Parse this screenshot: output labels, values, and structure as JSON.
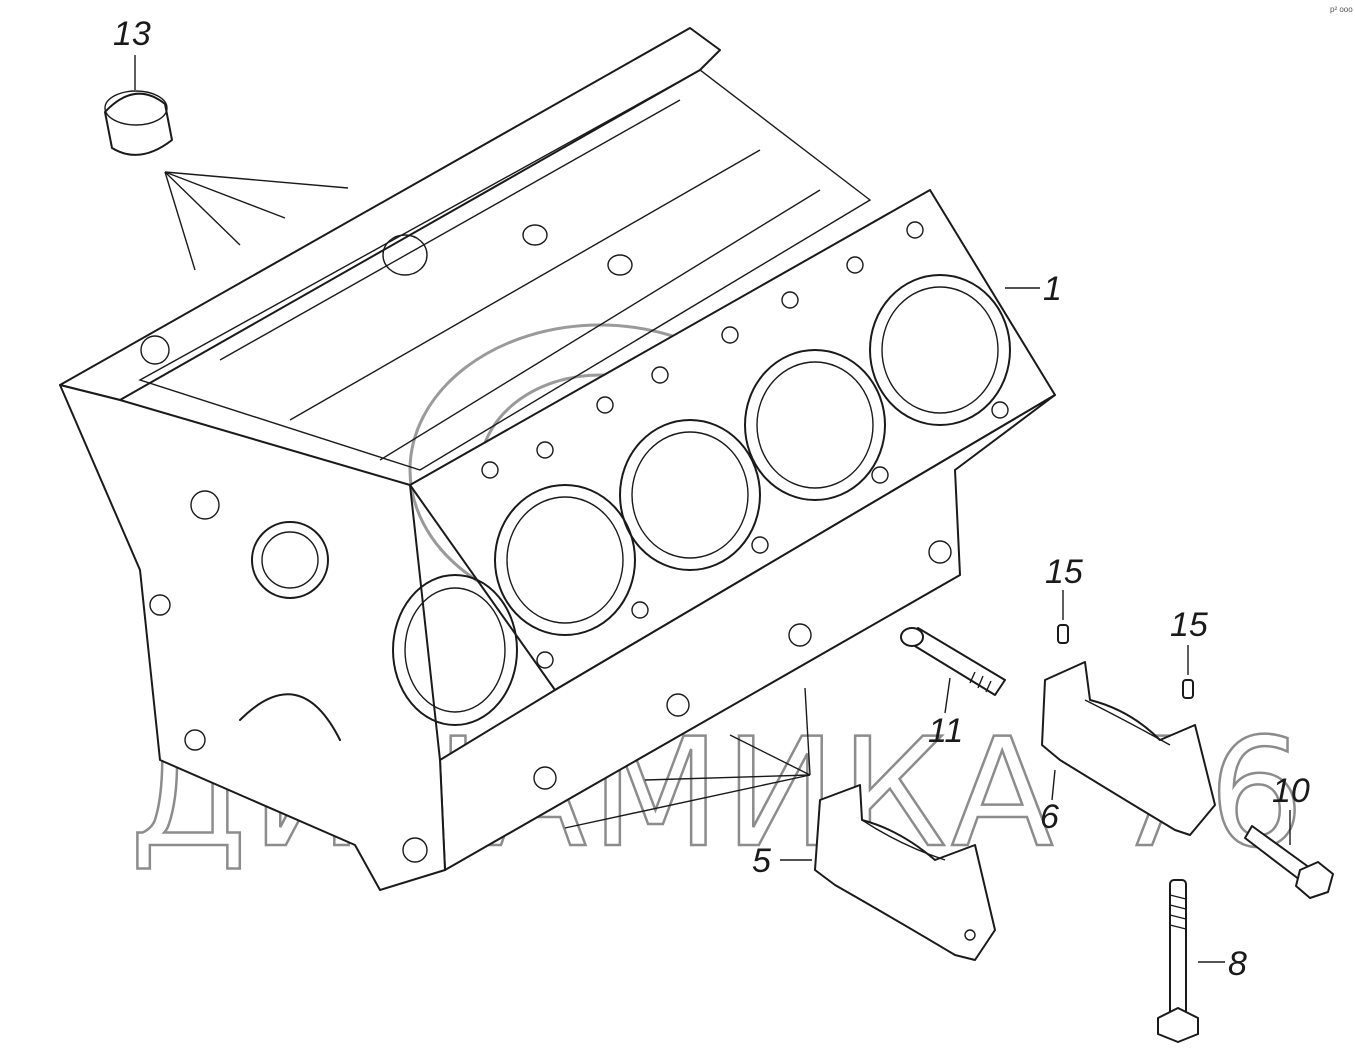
{
  "labels": {
    "p1": "1",
    "p5": "5",
    "p6": "6",
    "p8": "8",
    "p10": "10",
    "p11": "11",
    "p13": "13",
    "p15a": "15",
    "p15b": "15"
  },
  "watermark": "ДИНАМИКА 76",
  "corner_mark": "p² ooo"
}
